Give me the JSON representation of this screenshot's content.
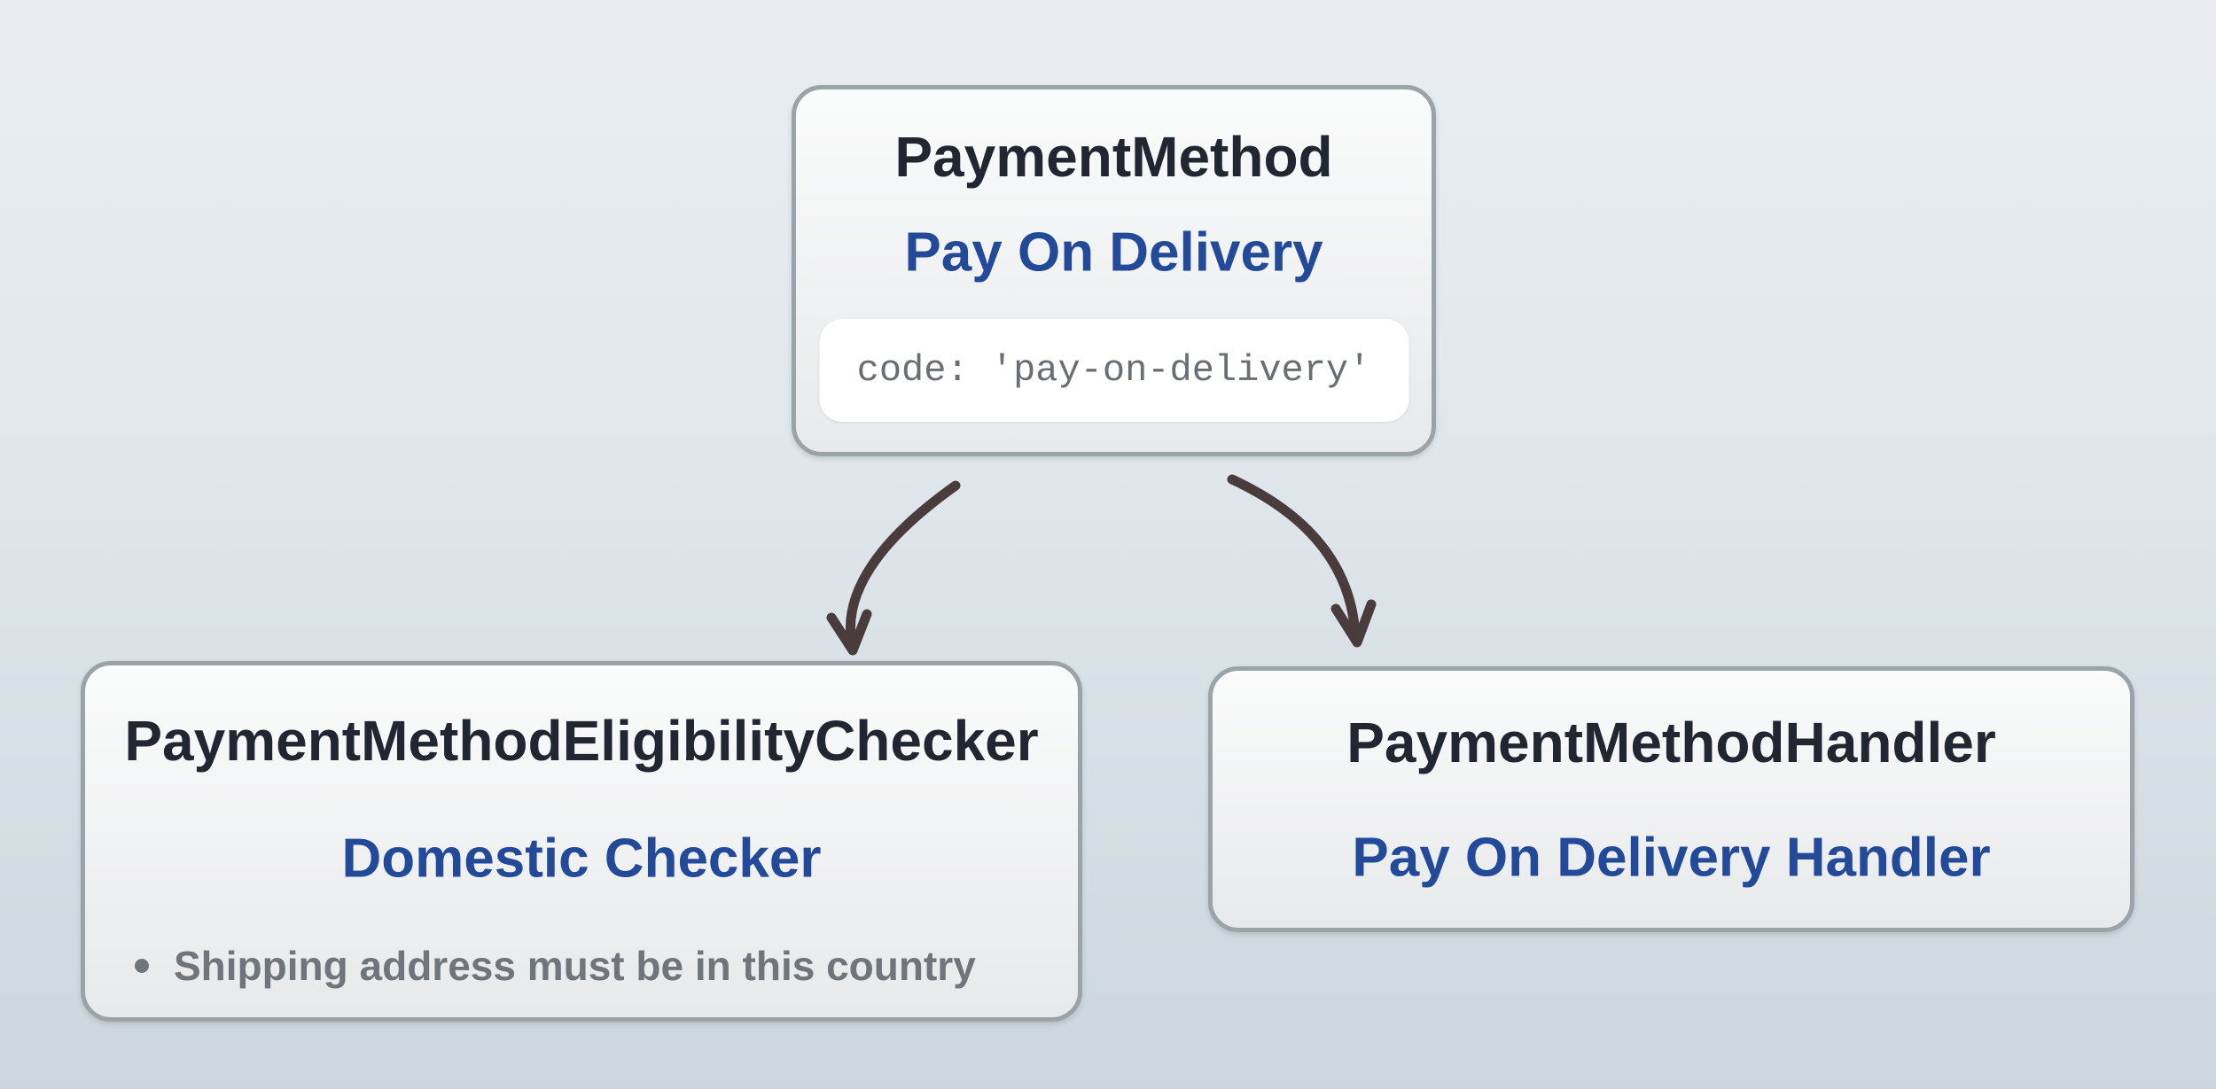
{
  "diagram": {
    "nodes": {
      "payment_method": {
        "title": "PaymentMethod",
        "subtitle": "Pay On Delivery",
        "code": "code: 'pay-on-delivery'"
      },
      "eligibility_checker": {
        "title": "PaymentMethodEligibilityChecker",
        "subtitle": "Domestic Checker",
        "rules": [
          "Shipping address must be in this country"
        ]
      },
      "handler": {
        "title": "PaymentMethodHandler",
        "subtitle": "Pay On Delivery Handler"
      }
    },
    "edges": [
      {
        "from": "payment_method",
        "to": "eligibility_checker"
      },
      {
        "from": "payment_method",
        "to": "handler"
      }
    ],
    "colors": {
      "title_text": "#222631",
      "subtitle_text": "#234a99",
      "muted_text": "#6f757a",
      "code_text": "#686e73",
      "arrow": "#4a3c3d",
      "node_border": "#9aa3a7",
      "node_fill_top": "#fafbfb",
      "node_fill_bottom": "#e7e9ea",
      "chip_fill": "#ffffff",
      "background_top": "#e9edf1",
      "background_bottom": "#cbd7dd"
    }
  }
}
